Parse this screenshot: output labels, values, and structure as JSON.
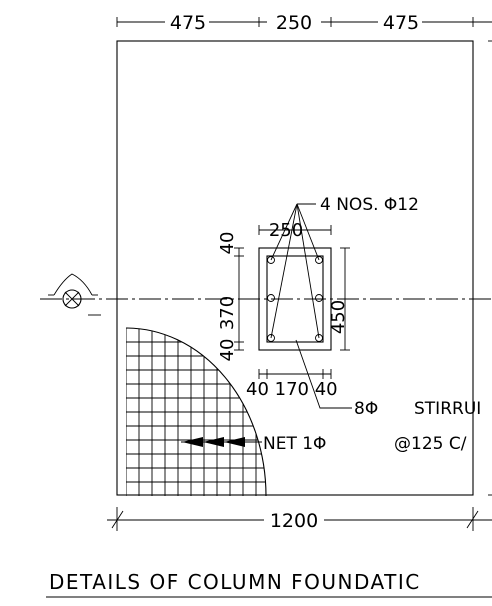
{
  "top_dims": [
    "475",
    "250",
    "475"
  ],
  "bottom_dim": "1200",
  "bar_callout": "4 NOS. Φ12",
  "column": {
    "width_dim": "250",
    "height_dim": "450",
    "left_dims": [
      "40",
      "370",
      "40"
    ],
    "bottom_dims": "40 170 40"
  },
  "stirrup_callout": "8Φ",
  "stirrup_word": "STIRRUI",
  "net_callout": "NET 1Φ",
  "spacing_callout": "@125 C/",
  "title": "DETAILS OF COLUMN FOUNDATIC"
}
